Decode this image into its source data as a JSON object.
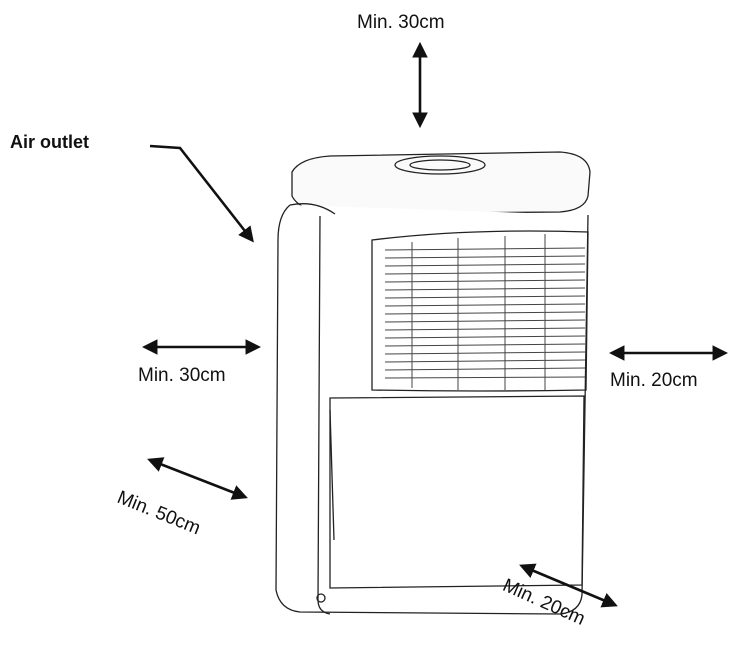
{
  "labels": {
    "top": "Min. 30cm",
    "air_outlet": "Air outlet",
    "left": "Min. 30cm",
    "right": "Min. 20cm",
    "front_left": "Min. 50cm",
    "front_right": "Min. 20cm"
  },
  "colors": {
    "line": "#111111",
    "background": "#ffffff"
  }
}
